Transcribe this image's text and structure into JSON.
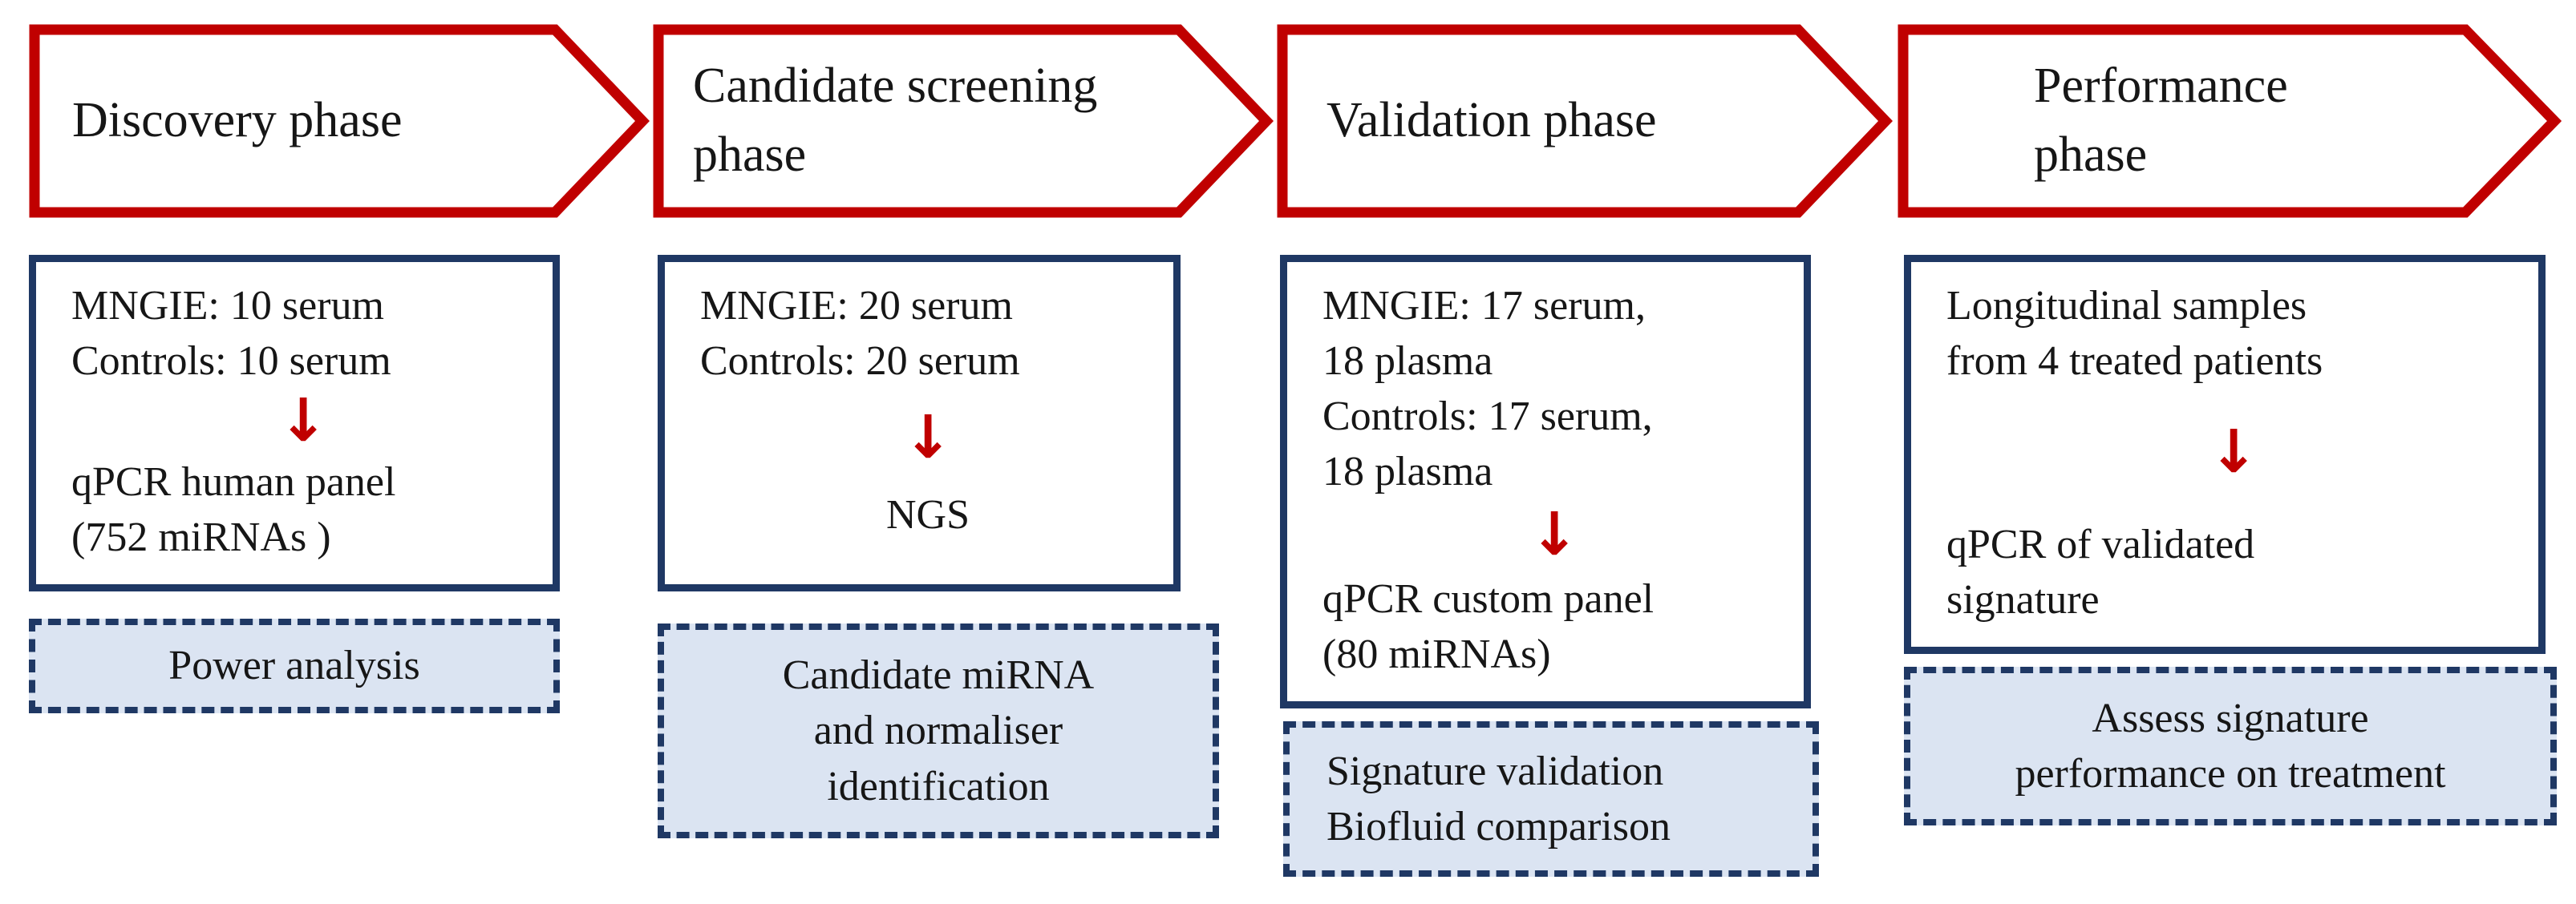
{
  "colors": {
    "accent-red": "#c00000",
    "navy": "#1f3864",
    "note-fill": "#dbe4f2",
    "text": "#161616"
  },
  "down_arrow": "↓",
  "phases": [
    {
      "title": [
        "Discovery phase"
      ],
      "samples": [
        "MNGIE: 10 serum",
        "Controls: 10 serum"
      ],
      "method": [
        "qPCR human panel",
        "(752 miRNAs )"
      ],
      "note": [
        "Power analysis"
      ]
    },
    {
      "title": [
        "Candidate screening",
        "phase"
      ],
      "samples": [
        "MNGIE: 20 serum",
        "Controls: 20 serum"
      ],
      "method": [
        "NGS"
      ],
      "note": [
        "Candidate miRNA",
        "and normaliser",
        "identification"
      ]
    },
    {
      "title": [
        "Validation phase"
      ],
      "samples": [
        "MNGIE: 17 serum,",
        "18 plasma",
        "Controls: 17 serum,",
        "18 plasma"
      ],
      "method": [
        "qPCR custom panel",
        "(80 miRNAs)"
      ],
      "note": [
        "Signature validation",
        "Biofluid comparison"
      ]
    },
    {
      "title": [
        "Performance",
        "phase"
      ],
      "samples": [
        "Longitudinal samples",
        "from 4 treated patients"
      ],
      "method": [
        "qPCR of validated",
        "signature"
      ],
      "note": [
        "Assess signature",
        "performance on treatment"
      ]
    }
  ]
}
